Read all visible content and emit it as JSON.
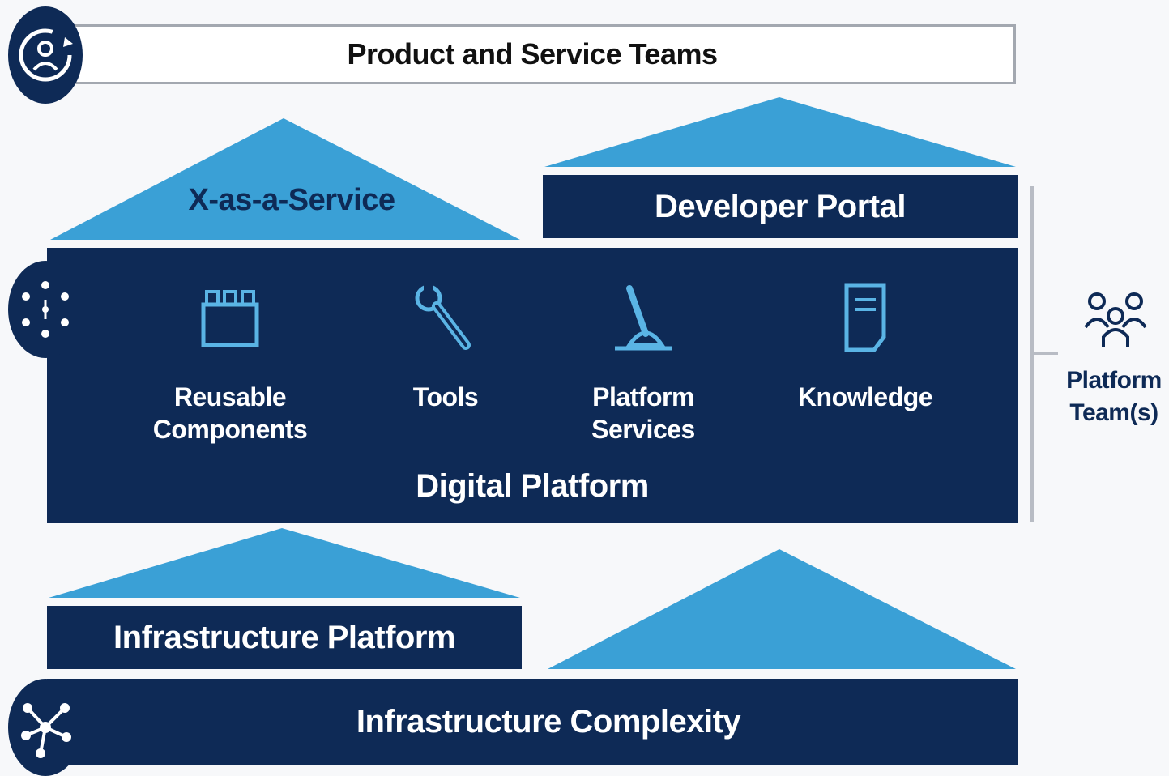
{
  "colors": {
    "navy": "#0e2a56",
    "light_blue": "#3aa0d6",
    "icon_blue": "#5ab4e5",
    "bracket_grey": "#b8bcc4",
    "background": "#f7f8fa"
  },
  "top_bar": {
    "label": "Product and Service Teams",
    "icon": "refresh-user-icon"
  },
  "xaas": {
    "label": "X-as-a-Service"
  },
  "developer_portal": {
    "label": "Developer Portal"
  },
  "digital_platform": {
    "title": "Digital Platform",
    "icon": "network-hub-icon",
    "items": [
      {
        "label_line1": "Reusable",
        "label_line2": "Components",
        "icon": "building-blocks-icon"
      },
      {
        "label_line1": "Tools",
        "label_line2": "",
        "icon": "wrench-icon"
      },
      {
        "label_line1": "Platform",
        "label_line2": "Services",
        "icon": "joystick-icon"
      },
      {
        "label_line1": "Knowledge",
        "label_line2": "",
        "icon": "document-icon"
      }
    ]
  },
  "infrastructure_platform": {
    "label": "Infrastructure Platform"
  },
  "infrastructure_complexity": {
    "label": "Infrastructure Complexity",
    "icon": "hub-spoke-icon"
  },
  "platform_teams": {
    "label_line1": "Platform",
    "label_line2": "Team(s)",
    "icon": "team-icon"
  }
}
